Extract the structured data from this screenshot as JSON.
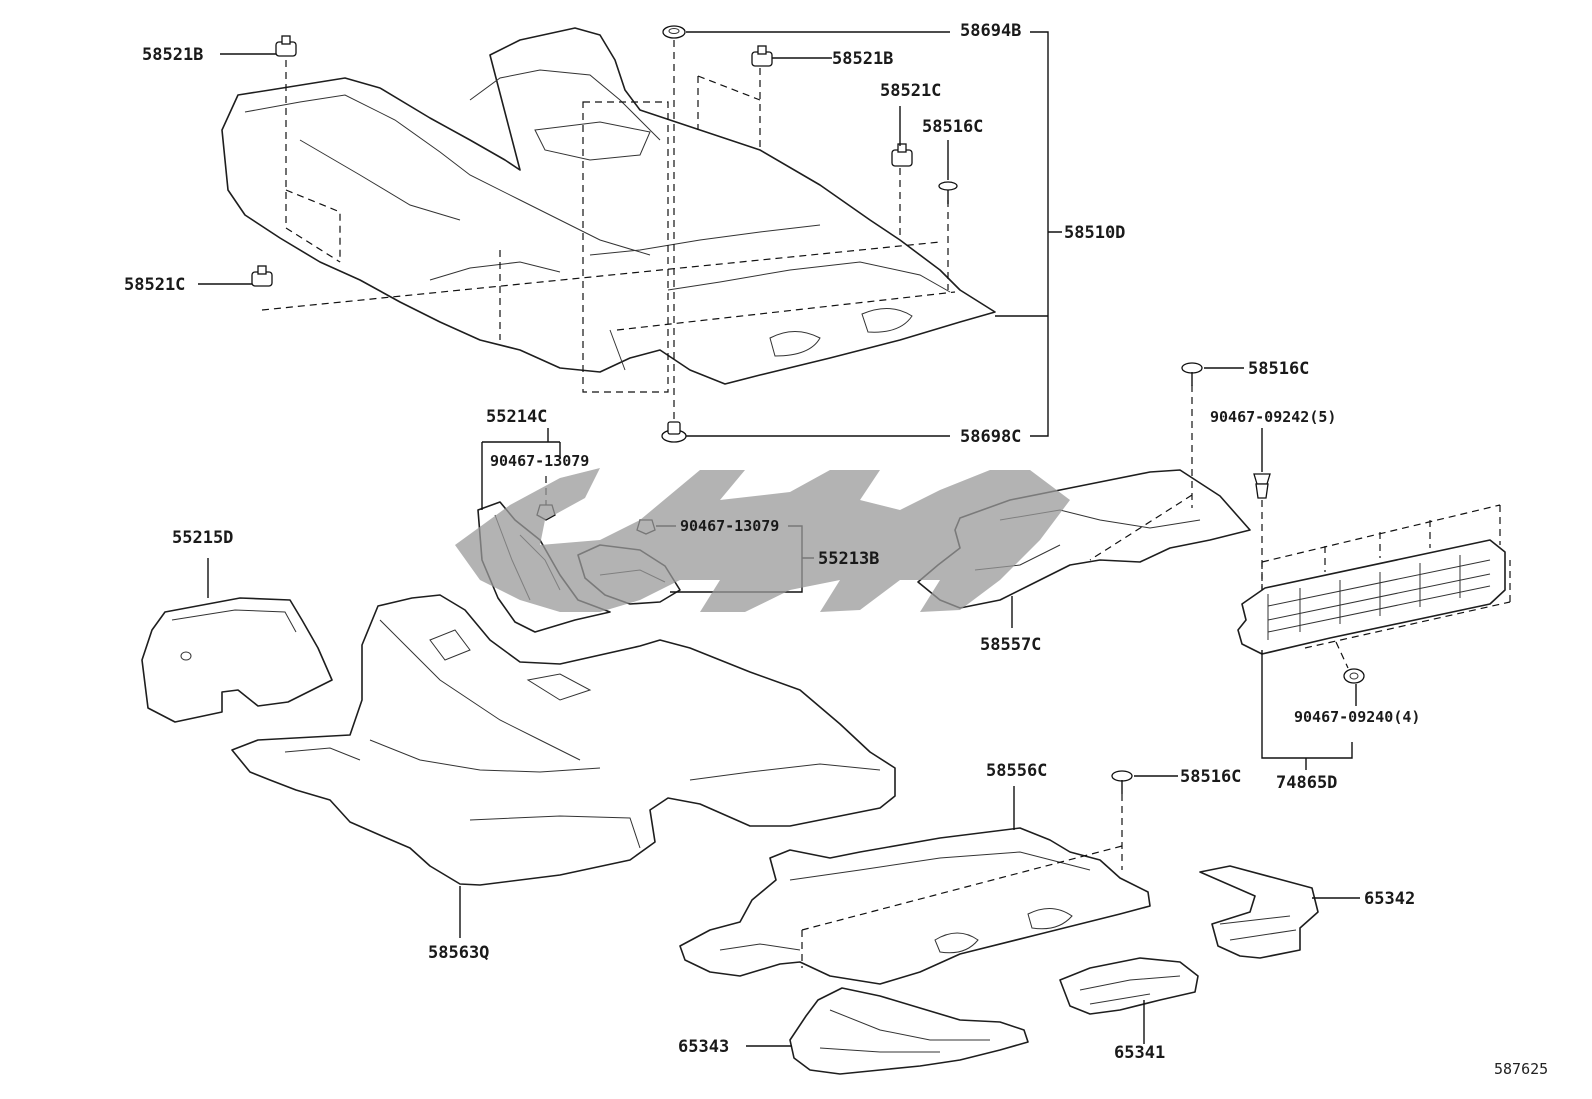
{
  "diagram": {
    "reference_number": "587625",
    "watermark_text": "کلاچ",
    "parts": {
      "p58694B": "58694B",
      "p58521B_left": "58521B",
      "p58521B_right": "58521B",
      "p58521C_left": "58521C",
      "p58521C_right": "58521C",
      "p58516C_top": "58516C",
      "p58516C_mid": "58516C",
      "p58516C_low": "58516C",
      "p58510D": "58510D",
      "p58698C": "58698C",
      "p55214C": "55214C",
      "p90467_13079_a": "90467-13079",
      "p90467_13079_b": "90467-13079",
      "p55213B": "55213B",
      "p55215D": "55215D",
      "p90467_09242": "90467-09242(5)",
      "p58557C": "58557C",
      "p90467_09240": "90467-09240(4)",
      "p74865D": "74865D",
      "p58556C": "58556C",
      "p65342": "65342",
      "p58563Q": "58563Q",
      "p65343": "65343",
      "p65341": "65341"
    }
  }
}
